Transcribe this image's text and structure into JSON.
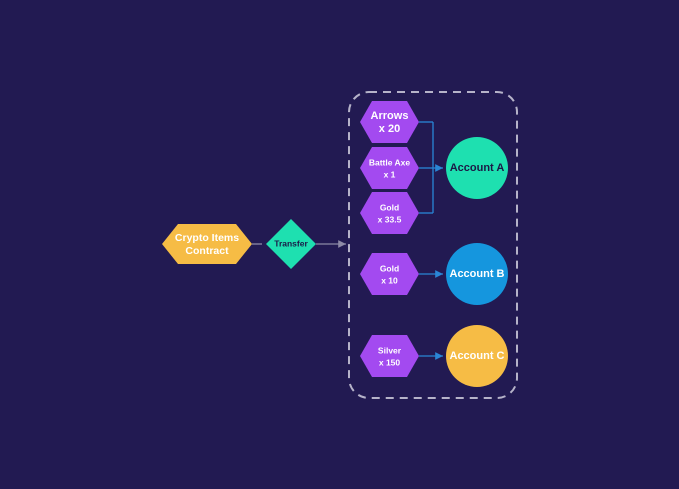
{
  "contract": {
    "line1": "Crypto Items",
    "line2": "Contract"
  },
  "transfer": {
    "label": "Transfer"
  },
  "items": {
    "arrows": {
      "name": "Arrows",
      "qty": "x 20"
    },
    "battle_axe": {
      "name": "Battle Axe",
      "qty": "x 1"
    },
    "gold_a": {
      "name": "Gold",
      "qty": "x 33.5"
    },
    "gold_b": {
      "name": "Gold",
      "qty": "x 10"
    },
    "silver": {
      "name": "Silver",
      "qty": "x 150"
    }
  },
  "accounts": {
    "a": {
      "label": "Account A"
    },
    "b": {
      "label": "Account B"
    },
    "c": {
      "label": "Account C"
    }
  },
  "colors": {
    "background": "#221a52",
    "contract": "#f6bc45",
    "transfer": "#1ee0b0",
    "item": "#a34af0",
    "account_a": "#1ee0b0",
    "account_b": "#1596de",
    "account_c": "#f6bc45",
    "connector": "#8d8aa6",
    "bracket": "#2a86d6",
    "group_border": "#b6b3c9"
  }
}
